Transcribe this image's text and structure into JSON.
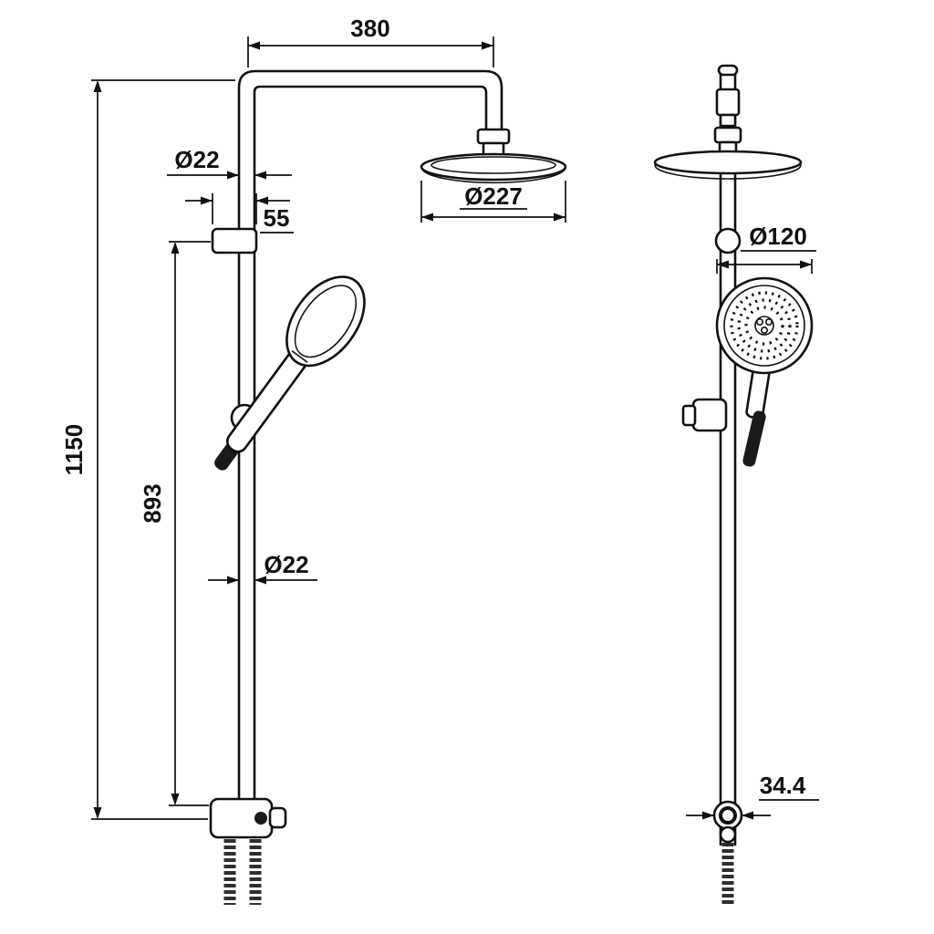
{
  "page": {
    "background_color": "#ffffff",
    "line_color": "#111111",
    "description": "Technical dimension drawing of a shower column (overhead rain shower, hand shower, mixer valve), front view and side view"
  },
  "dimensions": {
    "arm_length": "380",
    "pipe_diameter_top": "Ø22",
    "bracket_width": "55",
    "rain_head_diameter": "Ø227",
    "total_height": "1150",
    "rail_height": "893",
    "pipe_diameter_mid": "Ø22",
    "hand_shower_diameter": "Ø120",
    "outlet_width": "34.4"
  }
}
